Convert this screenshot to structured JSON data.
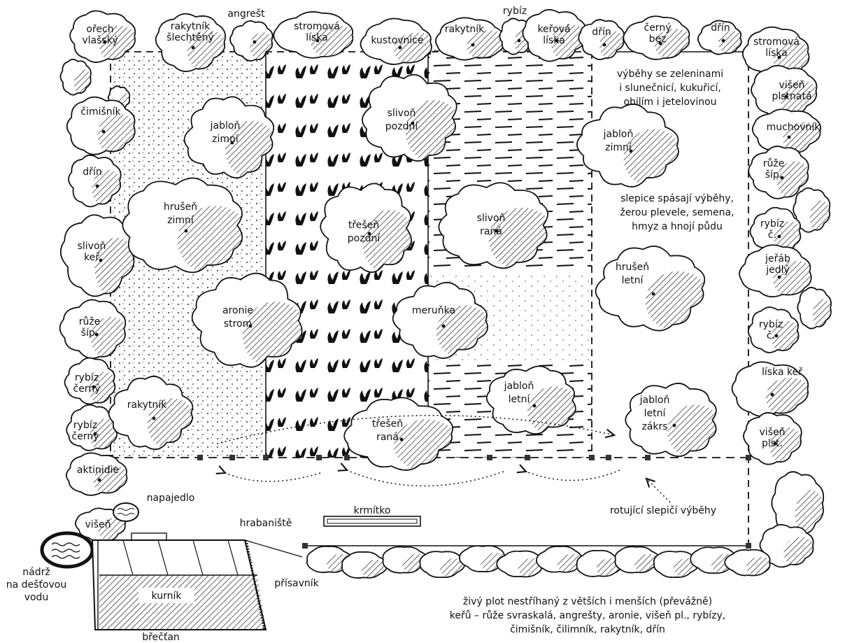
{
  "hedge_labels": [
    {
      "id": "orech",
      "lines": [
        "ořech",
        "vlašský"
      ]
    },
    {
      "id": "rakytnik-s",
      "lines": [
        "rakytník",
        "šlechtěný"
      ]
    },
    {
      "id": "angrest",
      "lines": [
        "angrešt"
      ]
    },
    {
      "id": "stromova-liska-top",
      "lines": [
        "stromová",
        "líska"
      ]
    },
    {
      "id": "kustovnice",
      "lines": [
        "kustovnice"
      ]
    },
    {
      "id": "rakytnik-top",
      "lines": [
        "rakytník"
      ]
    },
    {
      "id": "rybiz-top",
      "lines": [
        "rybíz"
      ]
    },
    {
      "id": "kerova-liska",
      "lines": [
        "keřová",
        "líska"
      ]
    },
    {
      "id": "drin-top",
      "lines": [
        "dřín"
      ]
    },
    {
      "id": "cerny-bez",
      "lines": [
        "černý",
        "bez"
      ]
    },
    {
      "id": "drin-top2",
      "lines": [
        "dřín"
      ]
    },
    {
      "id": "stromova-liska-right",
      "lines": [
        "stromová",
        "líska"
      ]
    },
    {
      "id": "cimisnik-left",
      "lines": [
        "čimišník"
      ]
    },
    {
      "id": "drin-left",
      "lines": [
        "dřín"
      ]
    },
    {
      "id": "slivon-ker",
      "lines": [
        "slivoň",
        "keř"
      ]
    },
    {
      "id": "ruze-left",
      "lines": [
        "růže",
        "šíp."
      ]
    },
    {
      "id": "rybiz-cerny-1",
      "lines": [
        "rybíz",
        "černý"
      ]
    },
    {
      "id": "rybiz-cerny-2",
      "lines": [
        "rybíz",
        "černý"
      ]
    },
    {
      "id": "aktinidie",
      "lines": [
        "aktinidie"
      ]
    },
    {
      "id": "visen-plstnata",
      "lines": [
        "višeň",
        "plstnatá"
      ]
    },
    {
      "id": "muchovnik",
      "lines": [
        "muchovník"
      ]
    },
    {
      "id": "ruze-right",
      "lines": [
        "růže",
        "šíp."
      ]
    },
    {
      "id": "rybiz-c-1",
      "lines": [
        "rybíz",
        "č."
      ]
    },
    {
      "id": "jerab",
      "lines": [
        "jeřáb",
        "jedlý"
      ]
    },
    {
      "id": "rybiz-c-2",
      "lines": [
        "rybíz",
        "č."
      ]
    },
    {
      "id": "liska-ker",
      "lines": [
        "líska keř"
      ]
    },
    {
      "id": "visen-plst",
      "lines": [
        "višeň",
        "plst."
      ]
    },
    {
      "id": "visen-bottom",
      "lines": [
        "višeň"
      ]
    }
  ],
  "trees": [
    {
      "id": "jablon-zimni-1",
      "lines": [
        "jabloň",
        "zimní"
      ]
    },
    {
      "id": "hrusen-zimni",
      "lines": [
        "hrušeň",
        "zimní"
      ]
    },
    {
      "id": "aronie",
      "lines": [
        "aronie",
        "strom"
      ]
    },
    {
      "id": "rakytnik-inner",
      "lines": [
        "rakytník"
      ]
    },
    {
      "id": "slivon-pozdni",
      "lines": [
        "slivoň",
        "pozdní"
      ]
    },
    {
      "id": "tresen-pozdni",
      "lines": [
        "třešeň",
        "pozdní"
      ]
    },
    {
      "id": "merunka",
      "lines": [
        "meruňka"
      ]
    },
    {
      "id": "tresen-rana",
      "lines": [
        "třešeň",
        "raná"
      ]
    },
    {
      "id": "slivon-rana",
      "lines": [
        "slivoň",
        "raná"
      ]
    },
    {
      "id": "jablon-letni",
      "lines": [
        "jabloň",
        "letní"
      ]
    },
    {
      "id": "jablon-zimni-2",
      "lines": [
        "jabloň",
        "zimní"
      ]
    },
    {
      "id": "hrusen-letni",
      "lines": [
        "hrušeň",
        "letní"
      ]
    },
    {
      "id": "jablon-letni-zakrs",
      "lines": [
        "jabloň",
        "letní",
        "zákrs"
      ]
    }
  ],
  "notes": {
    "vybehy": [
      "výběhy se zeleninami",
      "i slunečnicí, kukuřicí,",
      "obilím i jetelovinou"
    ],
    "slepice": [
      "slepice spásají výběhy,",
      "žerou plevele, semena,",
      "hmyz a hnojí půdu"
    ],
    "napajedlo": "napajedlo",
    "krmitko": "krmítko",
    "hrabaniste": "hrabaniště",
    "rotujici": "rotující slepičí výběhy",
    "nadrz": [
      "nádrž",
      "na dešťovou",
      "vodu"
    ],
    "prisavnik": "přísavník",
    "kurnik": "kurník",
    "brectan": "břečťan",
    "zivy_plot": [
      "živý plot nestříhaný z větších i menších (převážně)",
      "keřů – růže svraskalá, angrešty, aronie, višeň pl., rybízy,",
      "čimišník, čilimník, rakytník, dřín"
    ]
  }
}
